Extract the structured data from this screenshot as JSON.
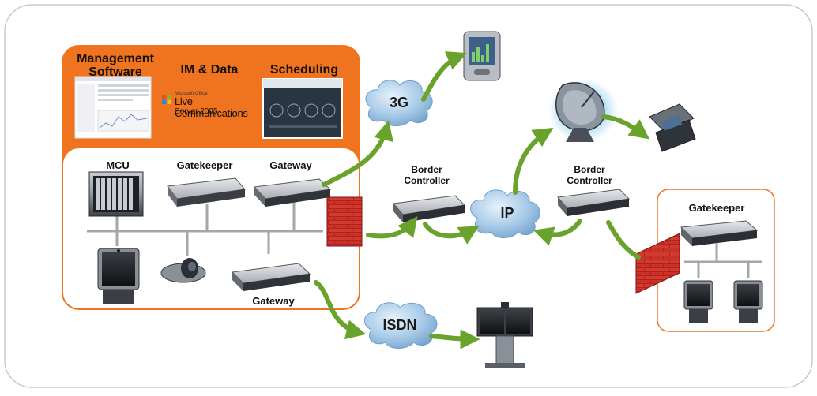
{
  "colors": {
    "orange": "#f0731f",
    "arrow_green": "#6aa32b",
    "wire_gray": "#a6a6a6",
    "panel_border": "#e8762a",
    "outer_border": "#bfbfbf",
    "cloud_blue": "#9ec6e6"
  },
  "top_panel": {
    "management": "Management\nSoftware",
    "im_data": "IM & Data",
    "scheduling": "Scheduling",
    "lcs": {
      "small": "Microsoft Office",
      "name": "Live Communications",
      "server": "Server",
      "year": "2005"
    }
  },
  "devices": {
    "mcu": "MCU",
    "gatekeeper": "Gatekeeper",
    "gateway_top": "Gateway",
    "gateway_bottom": "Gateway",
    "border_controller_1": "Border\nController",
    "border_controller_2": "Border\nController",
    "remote_gatekeeper": "Gatekeeper"
  },
  "clouds": {
    "g3": "3G",
    "ip": "IP",
    "isdn": "ISDN"
  }
}
